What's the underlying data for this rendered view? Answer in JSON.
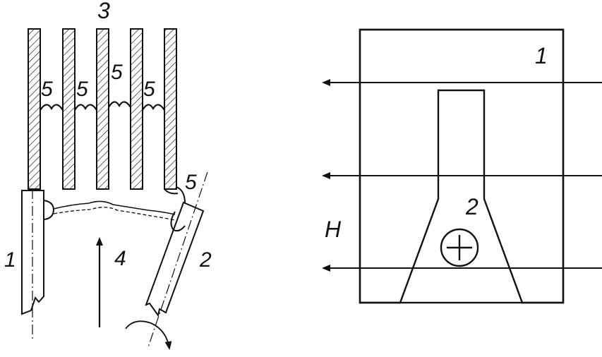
{
  "left_figure": {
    "top_label": "3",
    "gap_labels": [
      "5",
      "5",
      "5",
      "5"
    ],
    "side_gap_label": "5",
    "rod_left_label": "1",
    "rod_right_label": "2",
    "arrow_label": "4"
  },
  "right_figure": {
    "plate_label": "1",
    "insert_label": "2",
    "field_label": "H",
    "insert_symbol": "plus-in-circle-icon"
  },
  "colors": {
    "ink": "#111111",
    "background": "#ffffff"
  }
}
